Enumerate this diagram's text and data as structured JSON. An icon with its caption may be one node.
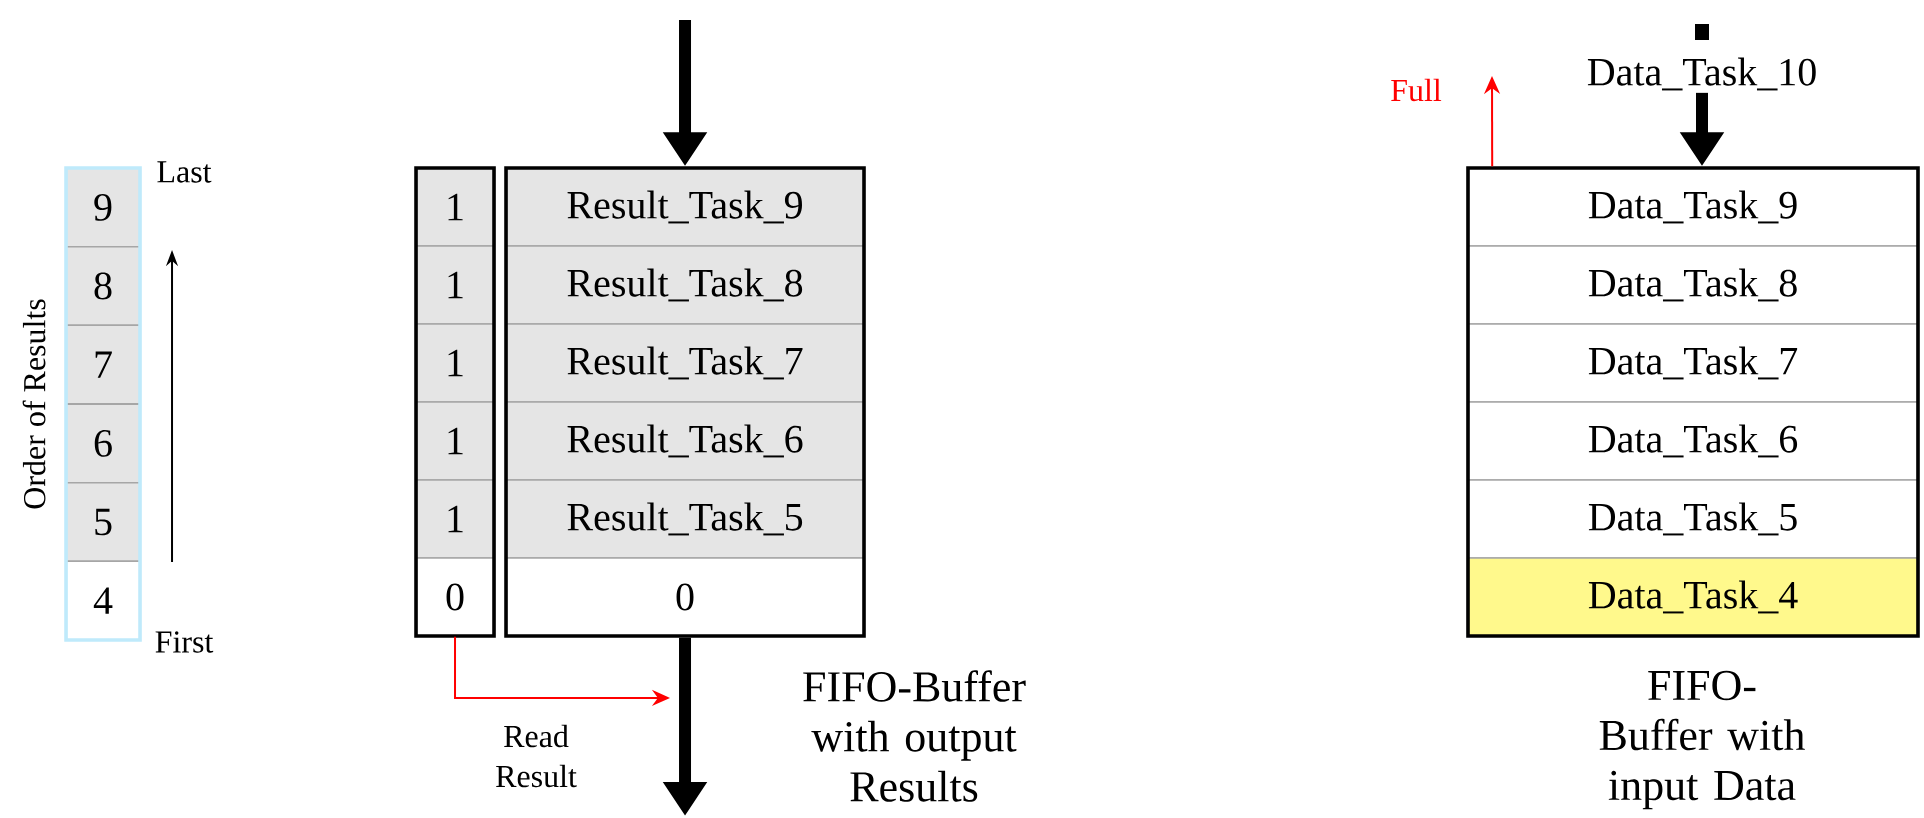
{
  "diagram": {
    "nodes": [
      {
        "text": [],
        "shape": "box"
      },
      {
        "text": [
          "9"
        ],
        "in": 0
      },
      {
        "text": [
          "8"
        ],
        "in": 0
      },
      {
        "text": [
          "7"
        ],
        "in": 0
      },
      {
        "text": [
          "6"
        ],
        "in": 0
      },
      {
        "text": [
          "5"
        ],
        "in": 0
      },
      {
        "text": [
          "4"
        ],
        "in": 0
      },
      {
        "text": [],
        "shape": "box"
      },
      {
        "text": [
          "1"
        ],
        "in": 7
      },
      {
        "text": [
          "1"
        ],
        "in": 7
      },
      {
        "text": [
          "1"
        ],
        "in": 7
      },
      {
        "text": [
          "1"
        ],
        "in": 7
      },
      {
        "text": [
          "1"
        ],
        "in": 7
      },
      {
        "text": [
          "0"
        ],
        "in": 7
      },
      {
        "text": [],
        "shape": "box",
        "beside": [
          "FIFO-Buffer with output Results"
        ]
      },
      {
        "text": [
          "Result_Task_9"
        ],
        "in": 14
      },
      {
        "text": [
          "Result_Task_8"
        ],
        "in": 14
      },
      {
        "text": [
          "Result_Task_7"
        ],
        "in": 14
      },
      {
        "text": [
          "Result_Task_6"
        ],
        "in": 14
      },
      {
        "text": [
          "Result_Task_5"
        ],
        "in": 14
      },
      {
        "text": [
          "0"
        ],
        "in": 14
      },
      {
        "text": [],
        "shape": "box",
        "beside": [
          "FIFO-Buffer with input Data"
        ]
      },
      {
        "text": [
          "Data_Task_9"
        ],
        "in": 21
      },
      {
        "text": [
          "Data_Task_8"
        ],
        "in": 21
      },
      {
        "text": [
          "Data_Task_7"
        ],
        "in": 21
      },
      {
        "text": [
          "Data_Task_6"
        ],
        "in": 21
      },
      {
        "text": [
          "Data_Task_5"
        ],
        "in": 21
      },
      {
        "text": [
          "Data_Task_4"
        ],
        "in": 21
      },
      {
        "text": [
          "Data_Task_10"
        ]
      }
    ],
    "edges": [
      {
        "from": null,
        "to": 14,
        "arrow": "to"
      },
      {
        "from": 14,
        "to": null,
        "arrow": "to"
      },
      {
        "from": 13,
        "to": null,
        "arrow": "to",
        "label": "Read Result",
        "color": "#ff0000"
      },
      {
        "from": 28,
        "to": 21,
        "arrow": "to"
      },
      {
        "from": 21,
        "to": null,
        "arrow": "to",
        "label": "Full",
        "color": "#ff0000"
      }
    ],
    "labels": [
      "Order of Results",
      "Last",
      "First"
    ]
  }
}
